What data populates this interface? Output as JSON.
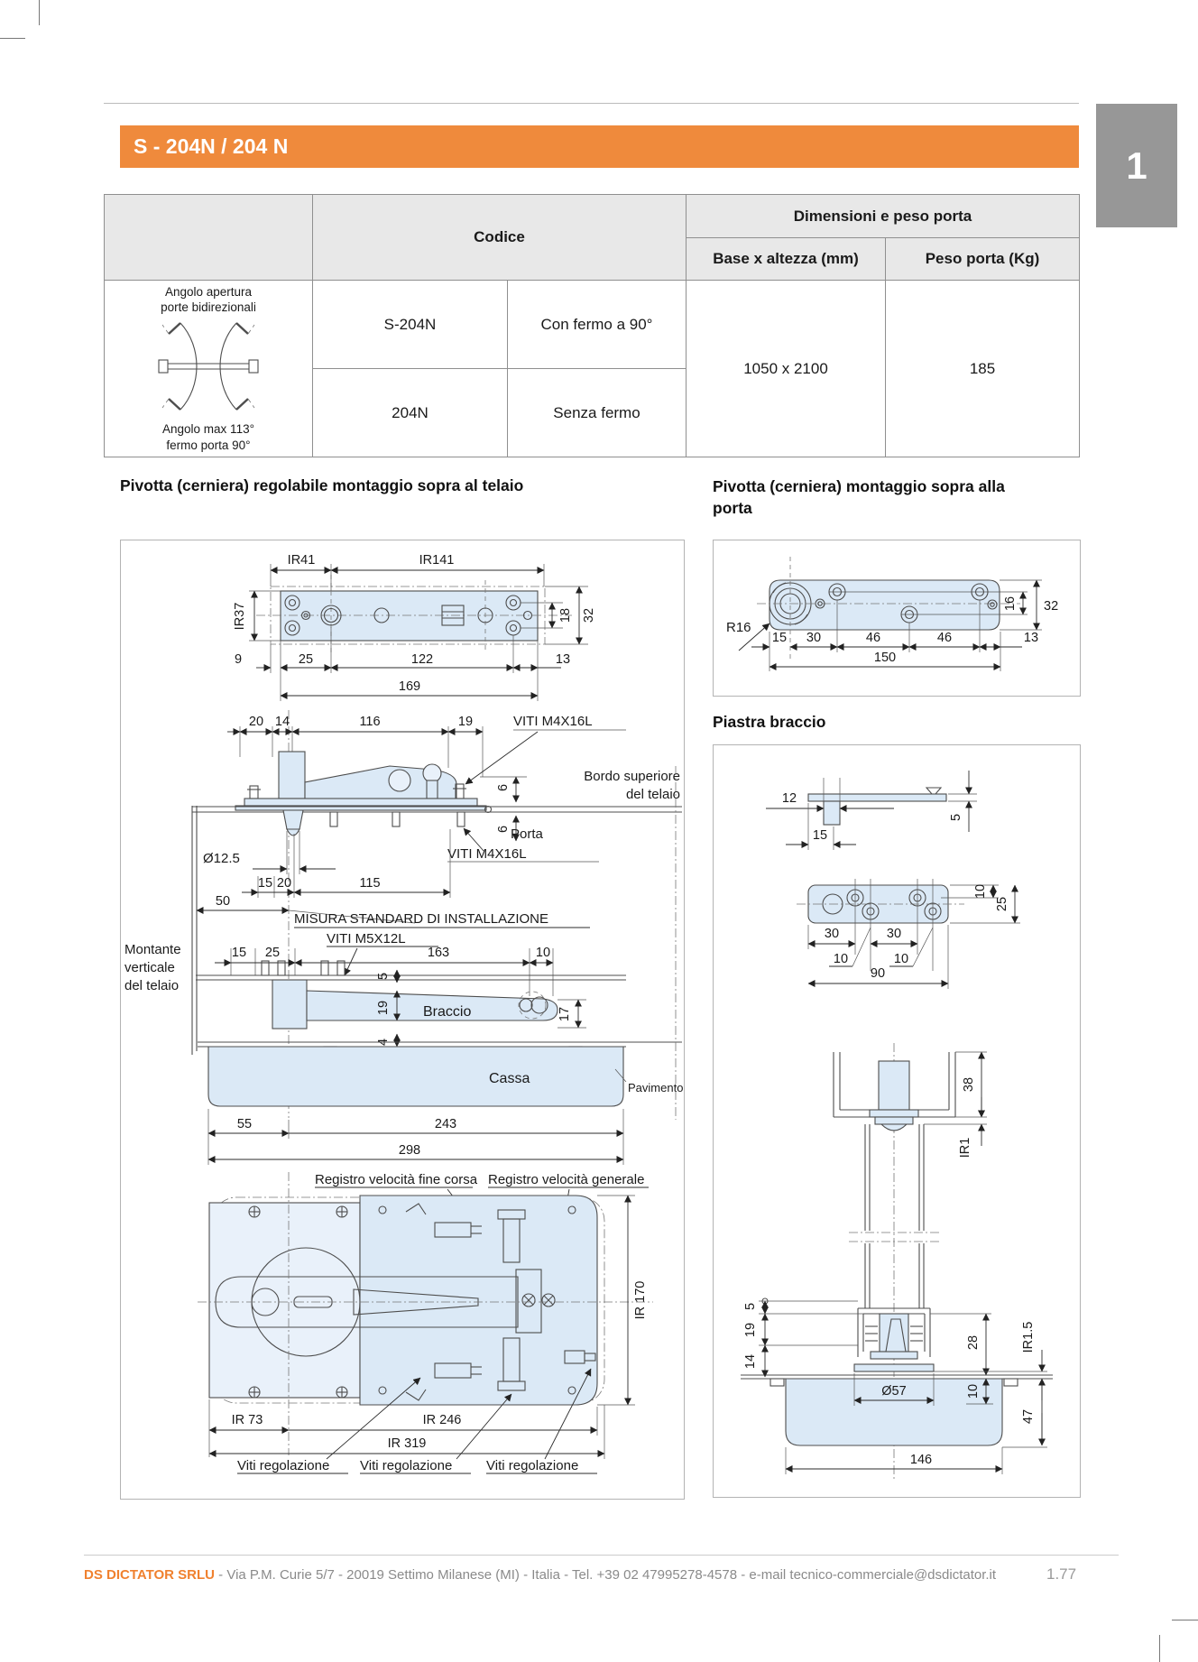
{
  "page": {
    "tab_number": "1",
    "page_number": "1.77"
  },
  "header": {
    "title": "S - 204N / 204 N"
  },
  "table": {
    "codice_header": "Codice",
    "dim_header": "Dimensioni e peso porta",
    "base_header": "Base x altezza (mm)",
    "peso_header": "Peso porta (Kg)",
    "angolo_caption_top": "Angolo apertura\nporte bidirezionali",
    "angolo_caption_bottom": "Angolo max 113°\nfermo porta 90°",
    "rows": [
      {
        "code": "S-204N",
        "desc": "Con fermo a 90°"
      },
      {
        "code": "204N",
        "desc": "Senza fermo"
      }
    ],
    "base_value": "1050 x 2100",
    "peso_value": "185"
  },
  "sections": {
    "left_title": "Pivotta (cerniera) regolabile montaggio sopra al telaio",
    "right_title": "Pivotta (cerniera) montaggio sopra alla porta",
    "piastra_title": "Piastra braccio"
  },
  "left_drawing": {
    "top_view": {
      "ir41": "IR41",
      "ir141": "IR141",
      "ir37": "IR37",
      "d18": "18",
      "d32": "32",
      "d9": "9",
      "d25": "25",
      "d122": "122",
      "d13": "13",
      "d169": "169"
    },
    "side_view": {
      "d20": "20",
      "d14": "14",
      "d116": "116",
      "d19": "19",
      "viti_m4": "VITI M4X16L",
      "d6": "6",
      "bordo_1": "Bordo superiore",
      "bordo_2": "del telaio",
      "porta": "Porta",
      "diam": "Ø12.5",
      "d15": "15",
      "d20b": "20",
      "d115": "115",
      "d50": "50"
    },
    "install": {
      "misura": "MISURA STANDARD DI INSTALLAZIONE",
      "viti_m5": "VITI M5X12L",
      "montante_1": "Montante",
      "montante_2": "verticale",
      "montante_3": "del telaio",
      "d15": "15",
      "d25": "25",
      "d163": "163",
      "d10": "10",
      "d5": "5",
      "d19": "19",
      "braccio": "Braccio",
      "d17": "17",
      "d4": "4",
      "cassa": "Cassa",
      "pavimento": "Pavimento",
      "d55": "55",
      "d243": "243",
      "d298": "298"
    },
    "plan_view": {
      "reg_fine": "Registro velocità fine corsa",
      "reg_gen": "Registro velocità generale",
      "ir170": "IR 170",
      "ir73": "IR 73",
      "ir246": "IR 246",
      "ir319": "IR 319",
      "viti_reg": "Viti regolazione"
    }
  },
  "door_plate": {
    "r16": "R16",
    "d15": "15",
    "d30": "30",
    "d46": "46",
    "d150": "150",
    "d16": "16",
    "d32": "32",
    "d13": "13"
  },
  "piastra": {
    "d12": "12",
    "d15": "15",
    "d5": "5",
    "d10": "10",
    "d25": "25",
    "d30": "30",
    "d90": "90"
  },
  "door_section": {
    "d38": "38",
    "ir1": "IR1",
    "d5": "5",
    "d19": "19",
    "d14": "14",
    "d28": "28",
    "ir15": "IR1.5",
    "diam57": "Ø57",
    "d10": "10",
    "d47": "47",
    "d146": "146"
  },
  "footer": {
    "company": "DS DICTATOR SRLU",
    "address": " - Via P.M. Curie 5/7 - 20019 Settimo Milanese (MI) - Italia - Tel. +39 02 47995278-4578 - e-mail tecnico-commerciale@dsdictator.it"
  }
}
